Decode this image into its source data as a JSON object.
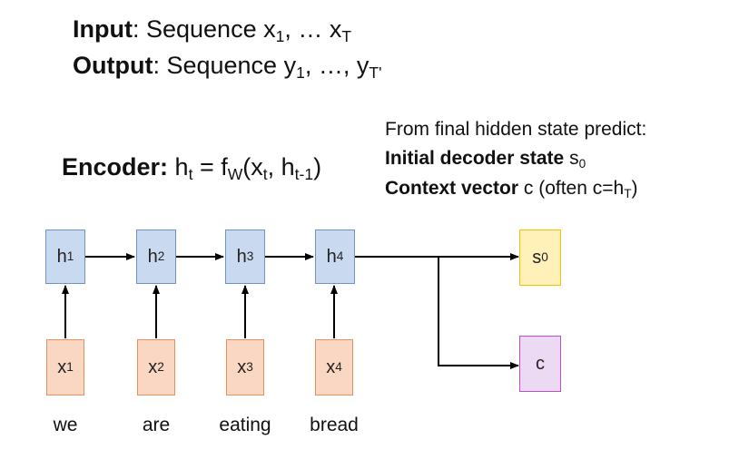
{
  "header": {
    "input_label": "Input",
    "input_text": ": Sequence x",
    "input_sub1": "1",
    "input_mid": ", … x",
    "input_sub2": "T",
    "output_label": "Output",
    "output_text": ": Sequence y",
    "output_sub1": "1",
    "output_mid": ", …, y",
    "output_sub2": "T'"
  },
  "encoder": {
    "label": "Encoder:",
    "eq_h": " h",
    "eq_h_sub": "t",
    "eq_eq": " = f",
    "eq_f_sub": "W",
    "eq_open": "(x",
    "eq_x_sub": "t",
    "eq_comma": ", h",
    "eq_hp_sub": "t-1",
    "eq_close": ")"
  },
  "predict": {
    "line1": "From final hidden state predict:",
    "line2_bold": "Initial decoder state",
    "line2_rest": " s",
    "line2_sub": "0",
    "line3_bold": "Context vector",
    "line3_rest": " c (often c=h",
    "line3_sub": "T",
    "line3_end": ")"
  },
  "hidden_states": [
    {
      "sym": "h",
      "sub": "1"
    },
    {
      "sym": "h",
      "sub": "2"
    },
    {
      "sym": "h",
      "sub": "3"
    },
    {
      "sym": "h",
      "sub": "4"
    }
  ],
  "inputs": [
    {
      "sym": "x",
      "sub": "1"
    },
    {
      "sym": "x",
      "sub": "2"
    },
    {
      "sym": "x",
      "sub": "3"
    },
    {
      "sym": "x",
      "sub": "4"
    }
  ],
  "words": [
    "we",
    "are",
    "eating",
    "bread"
  ],
  "decoder_state": {
    "sym": "s",
    "sub": "0"
  },
  "context": {
    "sym": "c"
  },
  "colors": {
    "hidden_fill": "#c9d9ef",
    "hidden_border": "#6f93c9",
    "input_fill": "#fad7c3",
    "input_border": "#e8915c",
    "s0_fill": "#fff1b8",
    "s0_border": "#f2c200",
    "c_fill": "#ecd9f3",
    "c_border": "#b74fc8",
    "arrow": "#000000"
  }
}
